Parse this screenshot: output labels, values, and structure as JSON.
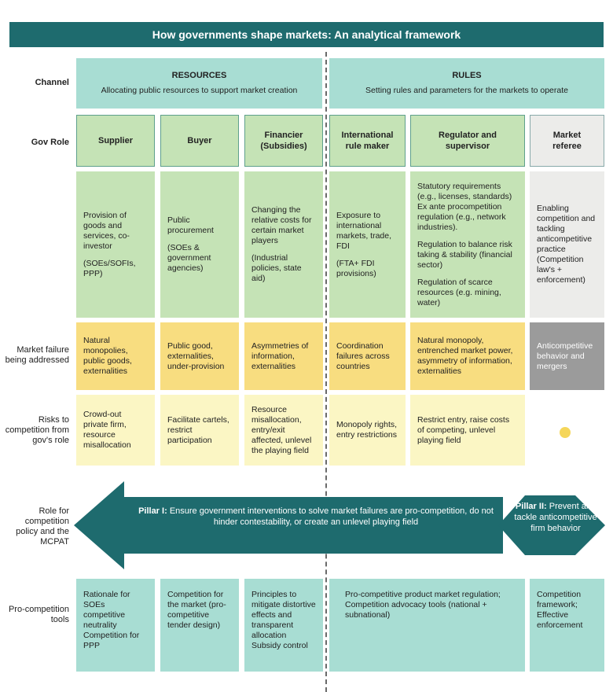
{
  "title": "How governments shape markets: An analytical framework",
  "row_labels": {
    "channel": "Channel",
    "gov_role": "Gov Role",
    "market_failure": "Market failure being addressed",
    "risks": "Risks to competition from gov's role",
    "role_policy": "Role for competition policy and the MCPAT",
    "tools": "Pro-competition tools"
  },
  "channels": {
    "resources": {
      "title": "RESOURCES",
      "subtitle": "Allocating public resources to support market creation"
    },
    "rules": {
      "title": "RULES",
      "subtitle": "Setting rules and parameters for the markets to operate"
    }
  },
  "roles": {
    "supplier": "Supplier",
    "buyer": "Buyer",
    "financier": "Financier\n(Subsidies)",
    "intl": "International\nrule maker",
    "regulator": "Regulator and\nsupervisor",
    "referee": "Market\nreferee"
  },
  "descriptions": {
    "supplier": [
      "Provision of goods and services, co-investor",
      "(SOEs/SOFIs, PPP)"
    ],
    "buyer": [
      "Public procurement",
      "(SOEs & government agencies)"
    ],
    "financier": [
      "Changing the relative costs for certain market players",
      "(Industrial policies, state aid)"
    ],
    "intl": [
      "Exposure to international markets, trade, FDI",
      "(FTA+ FDI provisions)"
    ],
    "regulator": [
      "Statutory requirements (e.g., licenses, standards)\nEx ante procompetition regulation (e.g., network industries).",
      "Regulation to balance risk taking & stability (financial sector)",
      "Regulation of scarce resources (e.g. mining, water)"
    ],
    "referee": [
      "Enabling competition and tackling anticompetitive practice (Competition law's + enforcement)"
    ]
  },
  "market_failures": {
    "supplier": "Natural monopolies, public goods, externalities",
    "buyer": "Public good, externalities, under-provision",
    "financier": "Asymmetries of information, externalities",
    "intl": "Coordination failures across countries",
    "regulator": "Natural monopoly, entrenched market power, asymmetry of information, externalities",
    "referee": "Anticompetitive behavior and mergers"
  },
  "risks": {
    "supplier": "Crowd-out private firm, resource misallocation",
    "buyer": "Facilitate cartels, restrict participation",
    "financier": "Resource misallocation, entry/exit affected, unlevel the playing field",
    "intl": "Monopoly rights, entry restrictions",
    "regulator": "Restrict entry, raise costs of competing, unlevel playing field"
  },
  "pillars": {
    "pillar1_label": "Pillar I:",
    "pillar1_text": "Ensure government interventions to solve market failures are pro-competition, do not hinder contestability, or create an unlevel playing field",
    "pillar2_label": "Pillar II:",
    "pillar2_text": "Prevent and tackle anticompetitive firm behavior"
  },
  "tools": {
    "supplier": "Rationale for SOEs competitive neutrality Competition for PPP",
    "buyer": "Competition for the market (pro-competitive tender design)",
    "financier": "Principles to mitigate distortive effects and transparent allocation Subsidy control",
    "rules": "Pro-competitive product market regulation; Competition advocacy tools (national + subnational)",
    "referee": "Competition framework; Effective enforcement"
  },
  "colors": {
    "title_bg": "#1e6b6e",
    "arrow": "#1e6b6e",
    "teal": "#a8ddd3",
    "green": "#c5e3b6",
    "yellow": "#f8dd80",
    "pale_yellow": "#fbf6c4",
    "gray": "#ececea",
    "dark_gray": "#9b9b9b",
    "dot": "#f5d65a"
  }
}
